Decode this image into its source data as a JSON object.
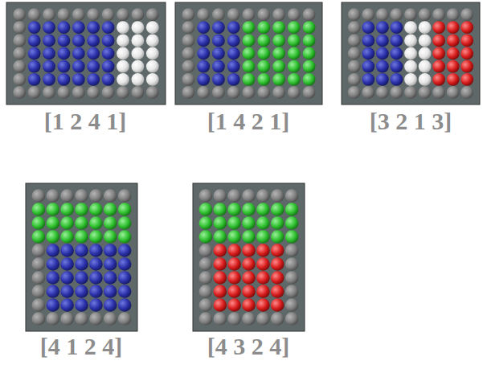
{
  "diagram": {
    "labels": [
      "[1 2 4 1]",
      "[1 4 2 1]",
      "[3 2 1 3]",
      "[4 1 2 4]",
      "[4 3 2 4]"
    ]
  }
}
